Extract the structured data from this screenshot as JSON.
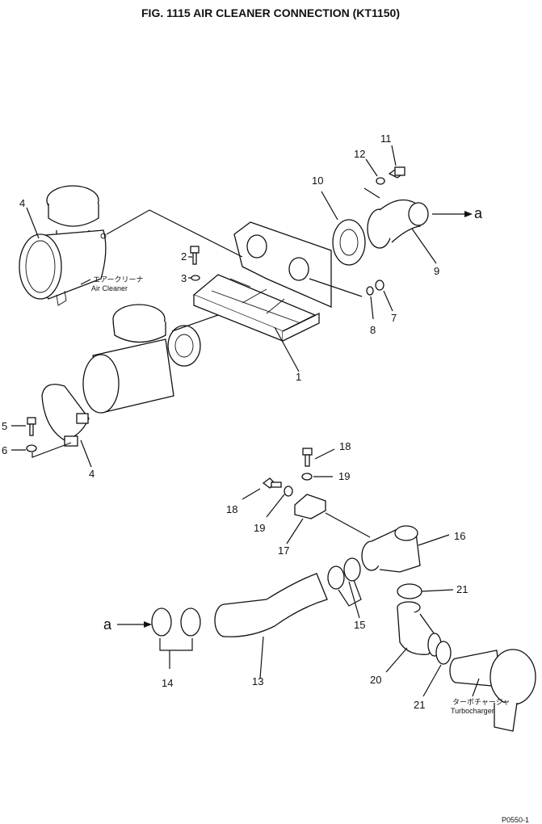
{
  "title": "FIG. 1115   AIR CLEANER CONNECTION (KT1150)",
  "labels": {
    "air_cleaner_jp": "エアークリーナ",
    "air_cleaner_en": "Air  Cleaner",
    "turbo_jp": "ターボチャージャ",
    "turbo_en": "Turbocharger",
    "arrow_a_right": "a",
    "arrow_a_left": "a",
    "corner_code": "P0550-1"
  },
  "callouts": {
    "p1": "1",
    "p2": "2",
    "p3": "3",
    "p4_top": "4",
    "p4_bottom": "4",
    "p5": "5",
    "p6": "6",
    "p7": "7",
    "p8": "8",
    "p9": "9",
    "p10": "10",
    "p11": "11",
    "p12": "12",
    "p13": "13",
    "p14": "14",
    "p15": "15",
    "p16": "16",
    "p17": "17",
    "p18_right": "18",
    "p18_left": "18",
    "p19_right": "19",
    "p19_left": "19",
    "p20": "20",
    "p21_upper": "21",
    "p21_lower": "21"
  }
}
